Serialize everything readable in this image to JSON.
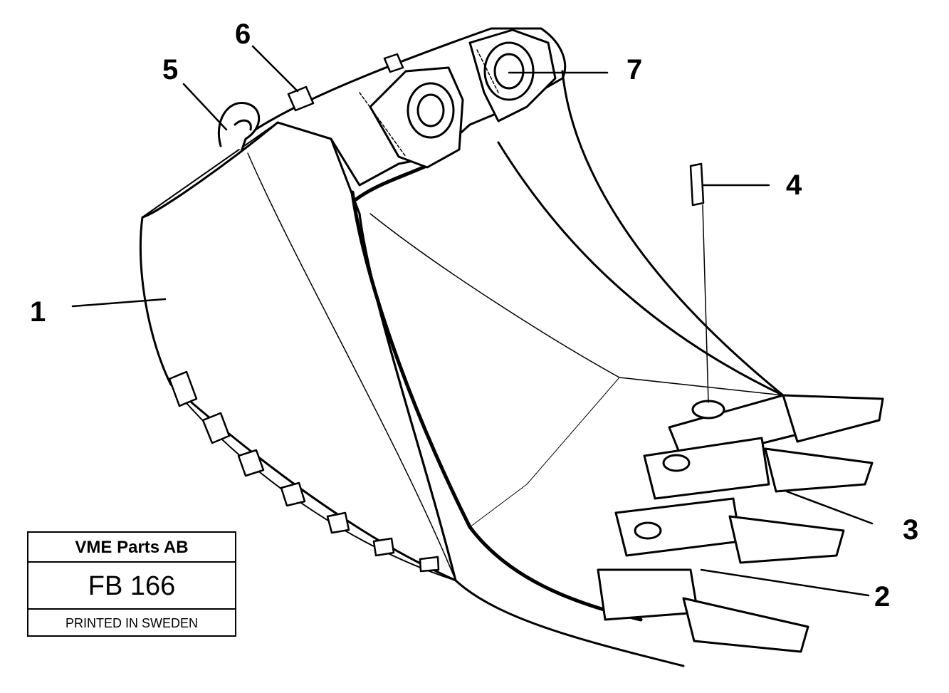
{
  "callouts": [
    "1",
    "2",
    "3",
    "4",
    "5",
    "6",
    "7"
  ],
  "info_box": {
    "company": "VME Parts AB",
    "code": "FB 166",
    "printed": "PRINTED IN SWEDEN"
  },
  "colors": {
    "ink": "#000000",
    "paper": "#ffffff"
  }
}
